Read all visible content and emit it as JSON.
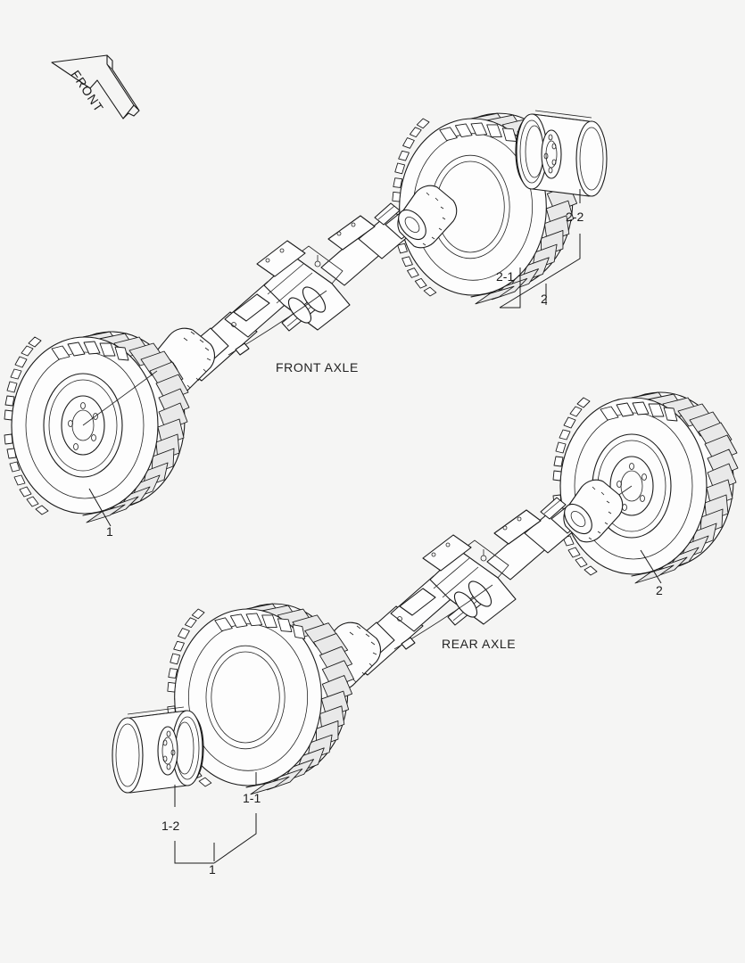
{
  "diagram": {
    "title_front": "FRONT AXLE",
    "title_rear": "REAR AXLE",
    "orientation_marker": "FRONT",
    "background": "#f5f5f4",
    "line_color": "#1a1a1a"
  },
  "callouts": {
    "front_assembly": "1",
    "front_tire": "1-1",
    "front_rim": "1-2",
    "rear_assembly": "2",
    "rear_tire": "2-1",
    "rear_rim": "2-2",
    "front_wheel_left": "1",
    "rear_wheel_right": "2"
  }
}
